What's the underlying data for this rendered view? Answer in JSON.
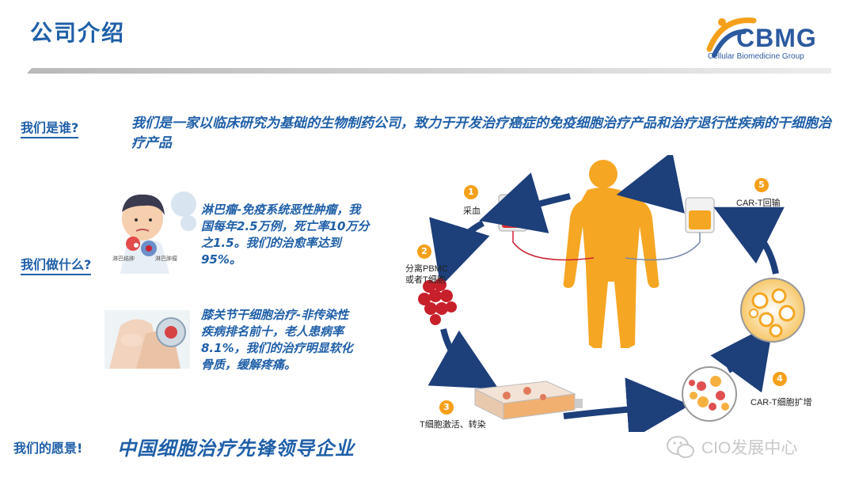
{
  "header": {
    "title": "公司介绍",
    "logo_text": "CBMG",
    "logo_subtitle": "Cellular Biomedicine Group"
  },
  "who": {
    "label": "我们是谁?",
    "text": "我们是一家以临床研究为基础的生物制药公司，致力于开发治疗癌症的免疫细胞治疗产品和治疗退行性疾病的干细胞治疗产品"
  },
  "what": {
    "label": "我们做什么?",
    "items": [
      {
        "text": "淋巴瘤-免疫系统恶性肿瘤，我国每年2.5万例，死亡率10万分之1.5。我们的治愈率达到95%。",
        "image_labels": [
          "淋巴结肿",
          "淋巴肿瘤"
        ]
      },
      {
        "text": "膝关节干细胞治疗-非传染性疾病排名前十，老人患病率8.1%，我们的治疗明显软化骨质，缓解疼痛。"
      }
    ]
  },
  "vision": {
    "label": "我们的愿景!",
    "text": "中国细胞治疗先锋领导企业"
  },
  "diagram": {
    "steps": [
      {
        "num": "1",
        "label": "采血"
      },
      {
        "num": "2",
        "label": "分离PBMC\n或者T细胞"
      },
      {
        "num": "3",
        "label": "T细胞激活、转染"
      },
      {
        "num": "4",
        "label": "CAR-T细胞扩增"
      },
      {
        "num": "5",
        "label": "CAR-T回输"
      }
    ]
  },
  "watermark": {
    "text": "CIO发展中心"
  },
  "colors": {
    "brand_blue": "#1f5fa8",
    "accent_orange": "#f5a01a",
    "arrow_navy": "#1d3f7a"
  }
}
